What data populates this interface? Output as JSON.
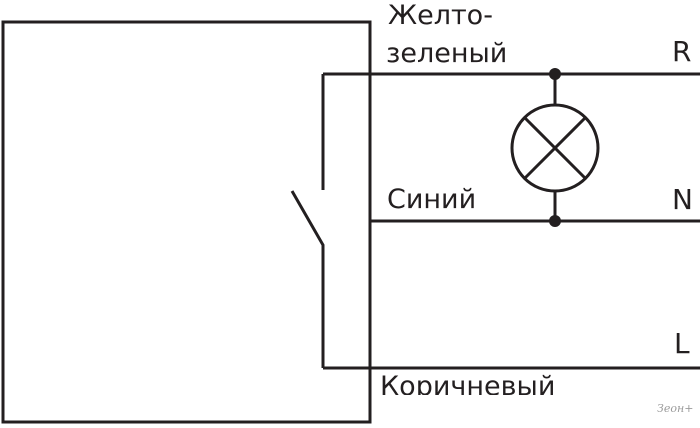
{
  "labels": {
    "wire_yellow_green_line1": "Желто-",
    "wire_yellow_green_line2": "зеленый",
    "wire_blue": "Синий",
    "wire_brown": "Коричневый"
  },
  "terminals": {
    "r": "R",
    "n": "N",
    "l": "L"
  },
  "watermark": "Зеон+",
  "colors": {
    "line": "#231f20",
    "background": "#ffffff"
  }
}
